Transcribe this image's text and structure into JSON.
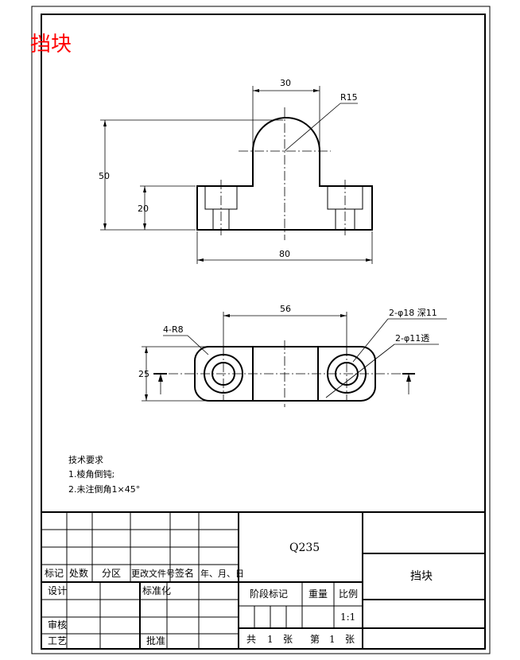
{
  "drawing": {
    "part_name_red": "挡块",
    "part_name": "挡块",
    "material": "Q235",
    "scale": "1:1"
  },
  "dimensions": {
    "top_width": "30",
    "radius": "R15",
    "height": "50",
    "base_height": "20",
    "total_length": "80",
    "hole_spacing": "56",
    "corner_radius": "4-R8",
    "counterbore": "2-φ18  深11",
    "through_hole": "2-φ11透",
    "width": "25"
  },
  "notes": {
    "title": "技术要求",
    "line1": "1.棱角倒钝;",
    "line2": "2.未注倒角1×45°"
  },
  "title_block": {
    "mark": "标记",
    "count": "处数",
    "zone": "分区",
    "change_doc": "更改文件号",
    "sign": "签名",
    "date": "年、月、日",
    "design": "设计",
    "standardize": "标准化",
    "review": "审核",
    "process": "工艺",
    "approve": "批准",
    "stage_mark": "阶段标记",
    "weight": "重量",
    "scale_label": "比例",
    "total": "共",
    "sheet_unit": "张",
    "sheet_no": "第",
    "total_num": "1",
    "sheet_num": "1"
  }
}
